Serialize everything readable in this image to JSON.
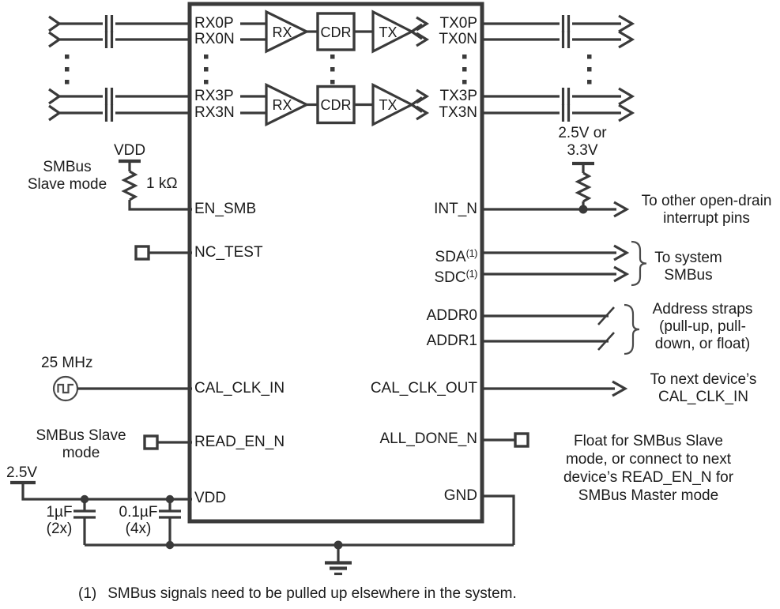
{
  "colors": {
    "line": "#3a3a3a",
    "text": "#1b1b1b",
    "background": "#ffffff"
  },
  "chip": {
    "rx_pins": [
      "RX0P",
      "RX0N",
      "RX3P",
      "RX3N"
    ],
    "tx_pins": [
      "TX0P",
      "TX0N",
      "TX3P",
      "TX3N"
    ],
    "blocks": {
      "rx": "RX",
      "cdr": "CDR",
      "tx": "TX"
    },
    "left_pins": {
      "en_smb": "EN_SMB",
      "nc_test": "NC_TEST",
      "cal_clk_in": "CAL_CLK_IN",
      "read_en_n": "READ_EN_N",
      "vdd": "VDD"
    },
    "right_pins": {
      "int_n": "INT_N",
      "sda": "SDA",
      "sdc": "SDC",
      "addr0": "ADDR0",
      "addr1": "ADDR1",
      "cal_clk_out": "CAL_CLK_OUT",
      "all_done_n": "ALL_DONE_N",
      "gnd": "GND"
    },
    "footnote_ref": "(1)"
  },
  "left_annotations": {
    "smbus_slave_mode": {
      "line1": "SMBus",
      "line2": "Slave mode"
    },
    "vdd_rail": "VDD",
    "pullup_value": "1 kΩ",
    "clock_freq": "25 MHz",
    "smbus_slave_mode2": {
      "line1": "SMBus Slave",
      "line2": "mode"
    },
    "supply": "2.5V",
    "cap_bulk": {
      "value": "1µF",
      "count": "(2x)"
    },
    "cap_bypass": {
      "value": "0.1µF",
      "count": "(4x)"
    }
  },
  "right_annotations": {
    "tx_term_rail": {
      "line1": "2.5V or",
      "line2": "3.3V"
    },
    "int_dest": {
      "line1": "To other open-drain",
      "line2": "interrupt pins"
    },
    "smbus_dest": {
      "line1": "To system",
      "line2": "SMBus"
    },
    "addr_dest": {
      "line1": "Address straps",
      "line2": "(pull-up, pull-",
      "line3": "down, or float)"
    },
    "cal_dest": {
      "line1": "To next device’s",
      "line2": "CAL_CLK_IN"
    },
    "all_done_note": {
      "line1": "Float for SMBus Slave",
      "line2": "mode, or connect to next",
      "line3": "device’s READ_EN_N for",
      "line4": "SMBus Master mode"
    }
  },
  "footnote": {
    "marker": "(1)",
    "text": "SMBus signals need to be pulled up elsewhere in the system."
  }
}
